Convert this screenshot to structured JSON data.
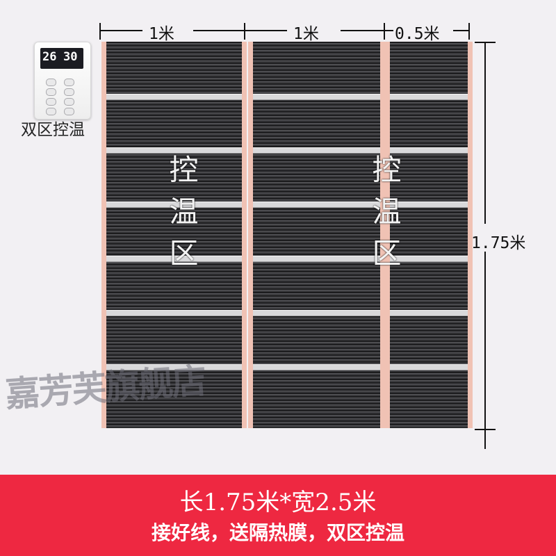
{
  "thermostat": {
    "temp_left": "26",
    "temp_right": "30",
    "caption": "双区控温"
  },
  "dimensions": {
    "width_1": "1米",
    "width_2": "1米",
    "width_3": "0.5米",
    "height": "1.75米"
  },
  "zone_label": "控温区",
  "watermark": "嘉芳芙旗舰店",
  "banner": {
    "line1": "长1.75米*宽2.5米",
    "line2": "接好线，送隔热膜，双区控温"
  },
  "colors": {
    "banner": "#ee2841",
    "film_edge": "#f0c2b4",
    "film_body": "#2a2a2c"
  }
}
